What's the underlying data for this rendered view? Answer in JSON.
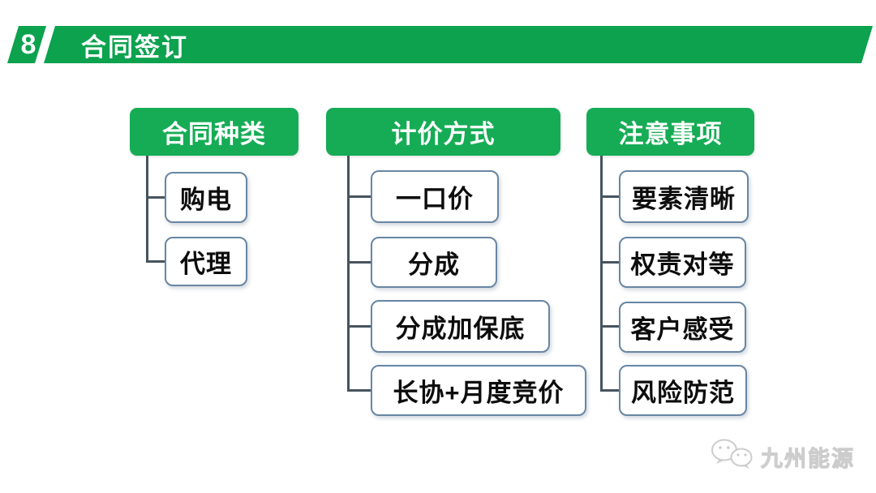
{
  "slide": {
    "page_number": "8",
    "title": "合同签订"
  },
  "diagram": {
    "columns": [
      {
        "header": "合同种类",
        "items": [
          "购电",
          "代理"
        ]
      },
      {
        "header": "计价方式",
        "items": [
          "一口价",
          "分成",
          "分成加保底",
          "长协+月度竞价"
        ]
      },
      {
        "header": "注意事项",
        "items": [
          "要素清晰",
          "权责对等",
          "客户感受",
          "风险防范"
        ]
      }
    ]
  },
  "watermark": {
    "icon": "wechat-logo-icon",
    "text": "九州能源"
  },
  "colors": {
    "banner_green": "#0ca24e",
    "column_header_green": "#16ac55",
    "node_border": "#6886a2",
    "connector_line": "#47545f",
    "node_text": "#0d0d0d",
    "watermark_gray": "#cccccc"
  }
}
